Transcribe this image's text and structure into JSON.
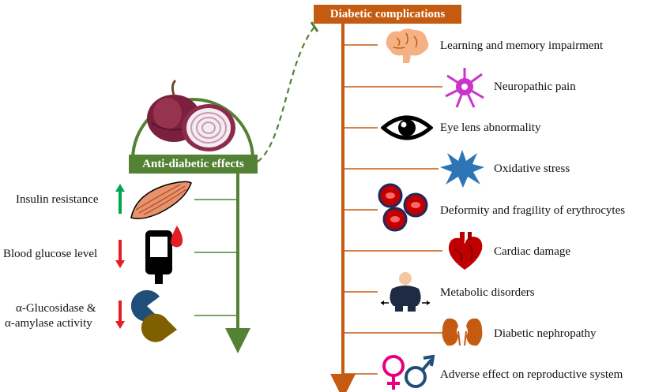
{
  "left_panel": {
    "title": "Anti-diabetic effects",
    "color": "#548235",
    "items": [
      {
        "label": "Insulin resistance",
        "arrow": "up",
        "arrow_color": "#00a651",
        "icon": "muscle-icon"
      },
      {
        "label": "Blood glucose level",
        "arrow": "down",
        "arrow_color": "#e31e24",
        "icon": "glucometer-icon"
      },
      {
        "label_line1": "α-Glucosidase &",
        "label_line2": "α-amylase activity",
        "arrow": "down",
        "arrow_color": "#e31e24",
        "icon": "enzyme-icon"
      }
    ],
    "image": "red-onion-image"
  },
  "right_panel": {
    "title": "Diabetic complications",
    "color": "#c55a11",
    "items": [
      {
        "label": "Learning and memory impairment",
        "icon": "brain-icon"
      },
      {
        "label": "Neuropathic pain",
        "icon": "neuron-icon"
      },
      {
        "label": "Eye lens abnormality",
        "icon": "eye-icon"
      },
      {
        "label": "Oxidative stress",
        "icon": "burst-star-icon"
      },
      {
        "label": "Deformity and fragility of erythrocytes",
        "icon": "red-blood-cells-icon"
      },
      {
        "label": "Cardiac damage",
        "icon": "heart-icon"
      },
      {
        "label": "Metabolic disorders",
        "icon": "obese-person-icon"
      },
      {
        "label": "Diabetic nephropathy",
        "icon": "kidneys-icon"
      },
      {
        "label": "Adverse effect on reproductive system",
        "icon": "gender-symbols-icon"
      }
    ]
  }
}
